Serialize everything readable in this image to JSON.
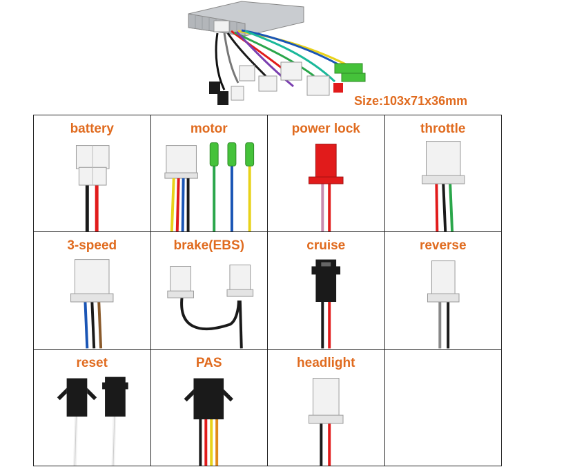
{
  "size_label": "Size:103x71x36mm",
  "connectors": [
    {
      "label": "battery"
    },
    {
      "label": "motor"
    },
    {
      "label": "power lock"
    },
    {
      "label": "throttle"
    },
    {
      "label": "3-speed"
    },
    {
      "label": "brake(EBS)"
    },
    {
      "label": "cruise"
    },
    {
      "label": "reverse"
    },
    {
      "label": "reset"
    },
    {
      "label": "PAS"
    },
    {
      "label": "headlight"
    },
    {
      "label": ""
    }
  ],
  "colors": {
    "label_orange": "#e06b1f",
    "connector_white": "#f2f2f2",
    "connector_red": "#e11b1b",
    "connector_black": "#1a1a1a",
    "bullet_green": "#45c23a"
  }
}
